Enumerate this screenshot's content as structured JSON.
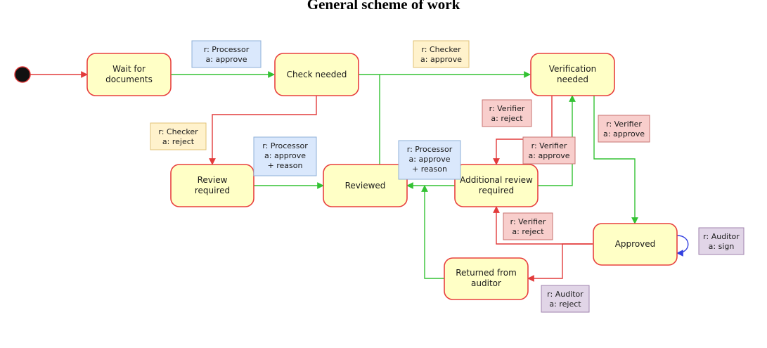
{
  "title": "General scheme of work",
  "colors": {
    "state_fill": "#ffffc6",
    "state_border": "#e8403f",
    "edge_red": "#e23b3b",
    "edge_green": "#33c233",
    "edge_blue": "#3340e0",
    "start_fill": "#111111"
  },
  "states": {
    "wait": [
      "Wait for",
      "documents"
    ],
    "check": [
      "Check needed"
    ],
    "verification": [
      "Verification",
      "needed"
    ],
    "review": [
      "Review",
      "required"
    ],
    "reviewed": [
      "Reviewed"
    ],
    "additional": [
      "Additional review",
      "required"
    ],
    "approved": [
      "Approved"
    ],
    "returned": [
      "Returned from",
      "auditor"
    ]
  },
  "labels": {
    "processor_approve": [
      "r:  Processor",
      "a: approve"
    ],
    "checker_approve": [
      "r: Checker",
      "a: approve"
    ],
    "checker_reject": [
      "r: Checker",
      "a: reject"
    ],
    "processor_reason_1": [
      "r: Processor",
      "a: approve",
      "+ reason"
    ],
    "processor_reason_2": [
      "r: Processor",
      "a: approve",
      "+ reason"
    ],
    "verifier_reject_1": [
      "r: Verifier",
      "a: reject"
    ],
    "verifier_approve_1": [
      "r: Verifier",
      "a: approve"
    ],
    "verifier_approve_2": [
      "r: Verifier",
      "a: approve"
    ],
    "verifier_reject_2": [
      "r: Verifier",
      "a: reject"
    ],
    "auditor_sign": [
      "r: Auditor",
      "a: sign"
    ],
    "auditor_reject": [
      "r: Auditor",
      "a: reject"
    ]
  }
}
